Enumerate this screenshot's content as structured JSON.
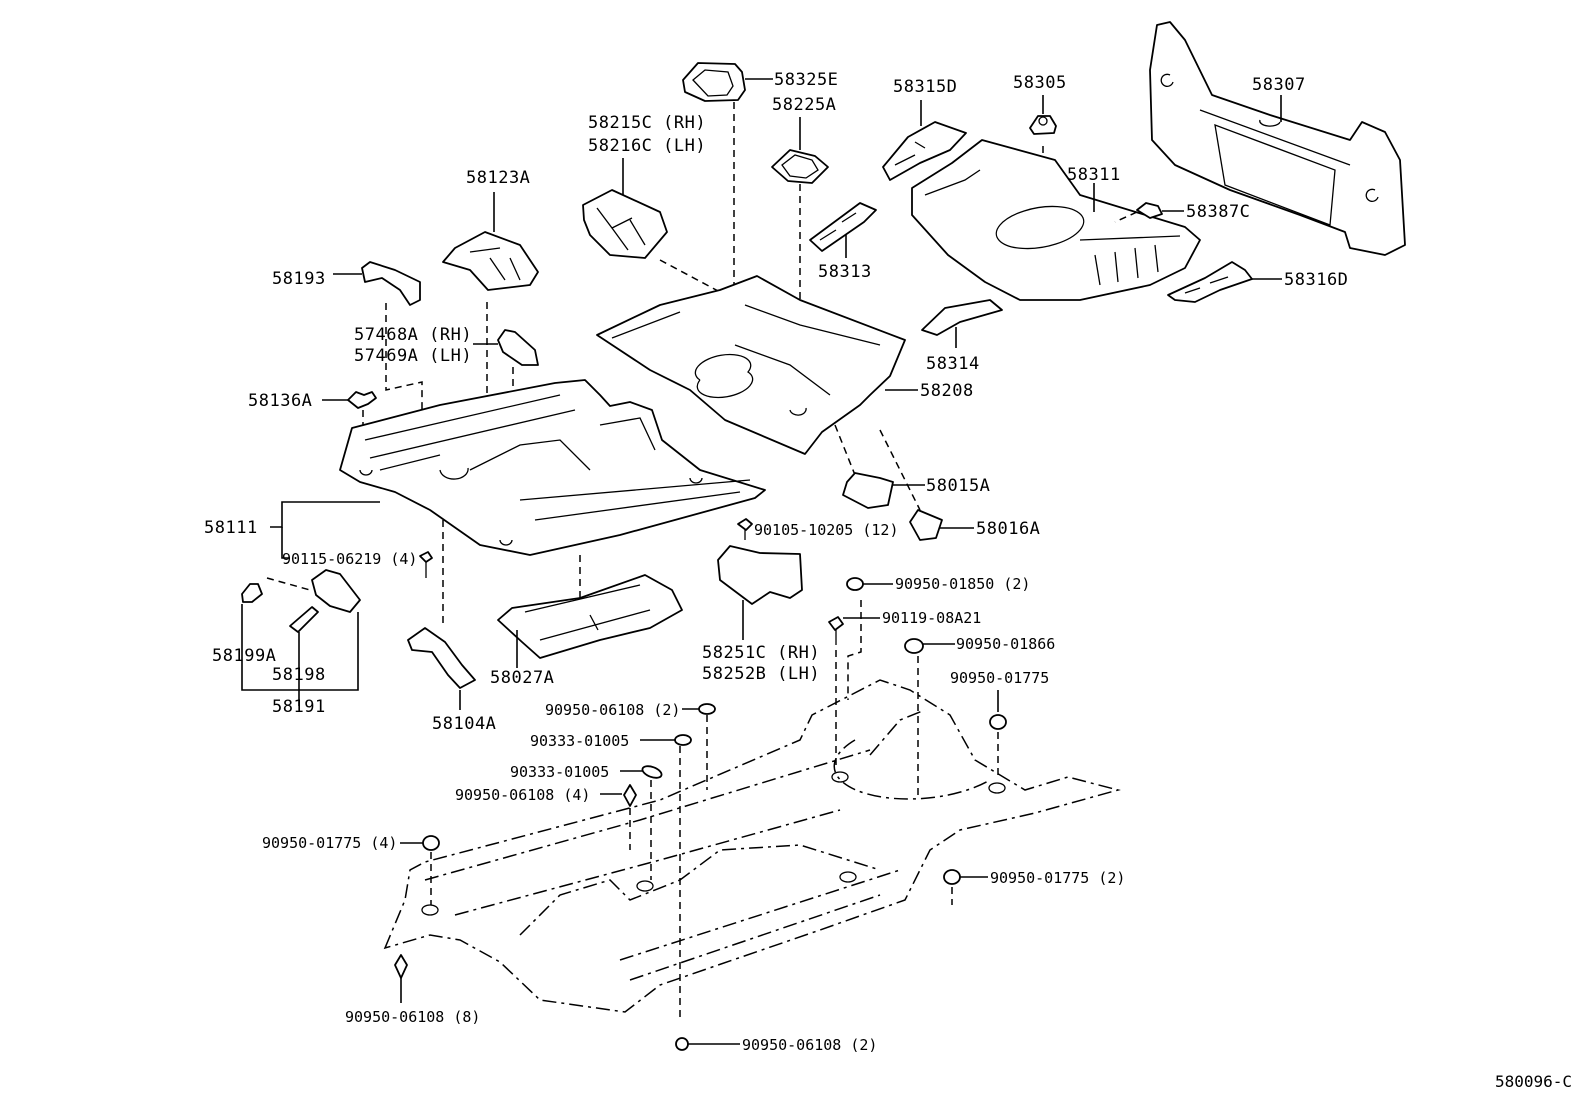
{
  "diagram": {
    "title": "Floor pan & lower back panel parts diagram",
    "figure_number": "580096-C",
    "colors": {
      "line": "#000000",
      "background": "#ffffff"
    },
    "labels": {
      "p58325E": "58325E",
      "p58225A": "58225A",
      "p58215C": "58215C (RH)",
      "p58216C": "58216C (LH)",
      "p58313": "58313",
      "p58315D": "58315D",
      "p58305": "58305",
      "p58307": "58307",
      "p58311": "58311",
      "p58387C": "58387C",
      "p58316D": "58316D",
      "p58314": "58314",
      "p58208": "58208",
      "p58123A": "58123A",
      "p58193": "58193",
      "p57468A": "57468A (RH)",
      "p57469A": "57469A (LH)",
      "p58136A": "58136A",
      "p58111": "58111",
      "p90115": "90115-06219 (4)",
      "p58199A": "58199A",
      "p58198": "58198",
      "p58191": "58191",
      "p58104A": "58104A",
      "p58027A": "58027A",
      "p58015A": "58015A",
      "p58016A": "58016A",
      "p90105": "90105-10205 (12)",
      "p58251C": "58251C (RH)",
      "p58252B": "58252B (LH)",
      "p90950_01850": "90950-01850 (2)",
      "p90119": "90119-08A21",
      "p90950_01866": "90950-01866",
      "p90950_01775a": "90950-01775",
      "p90950_06108_2a": "90950-06108 (2)",
      "p90333a": "90333-01005",
      "p90333b": "90333-01005",
      "p90950_06108_4": "90950-06108 (4)",
      "p90950_01775_4": "90950-01775 (4)",
      "p90950_01775_2": "90950-01775 (2)",
      "p90950_06108_8": "90950-06108 (8)",
      "p90950_06108_2b": "90950-06108 (2)"
    }
  }
}
